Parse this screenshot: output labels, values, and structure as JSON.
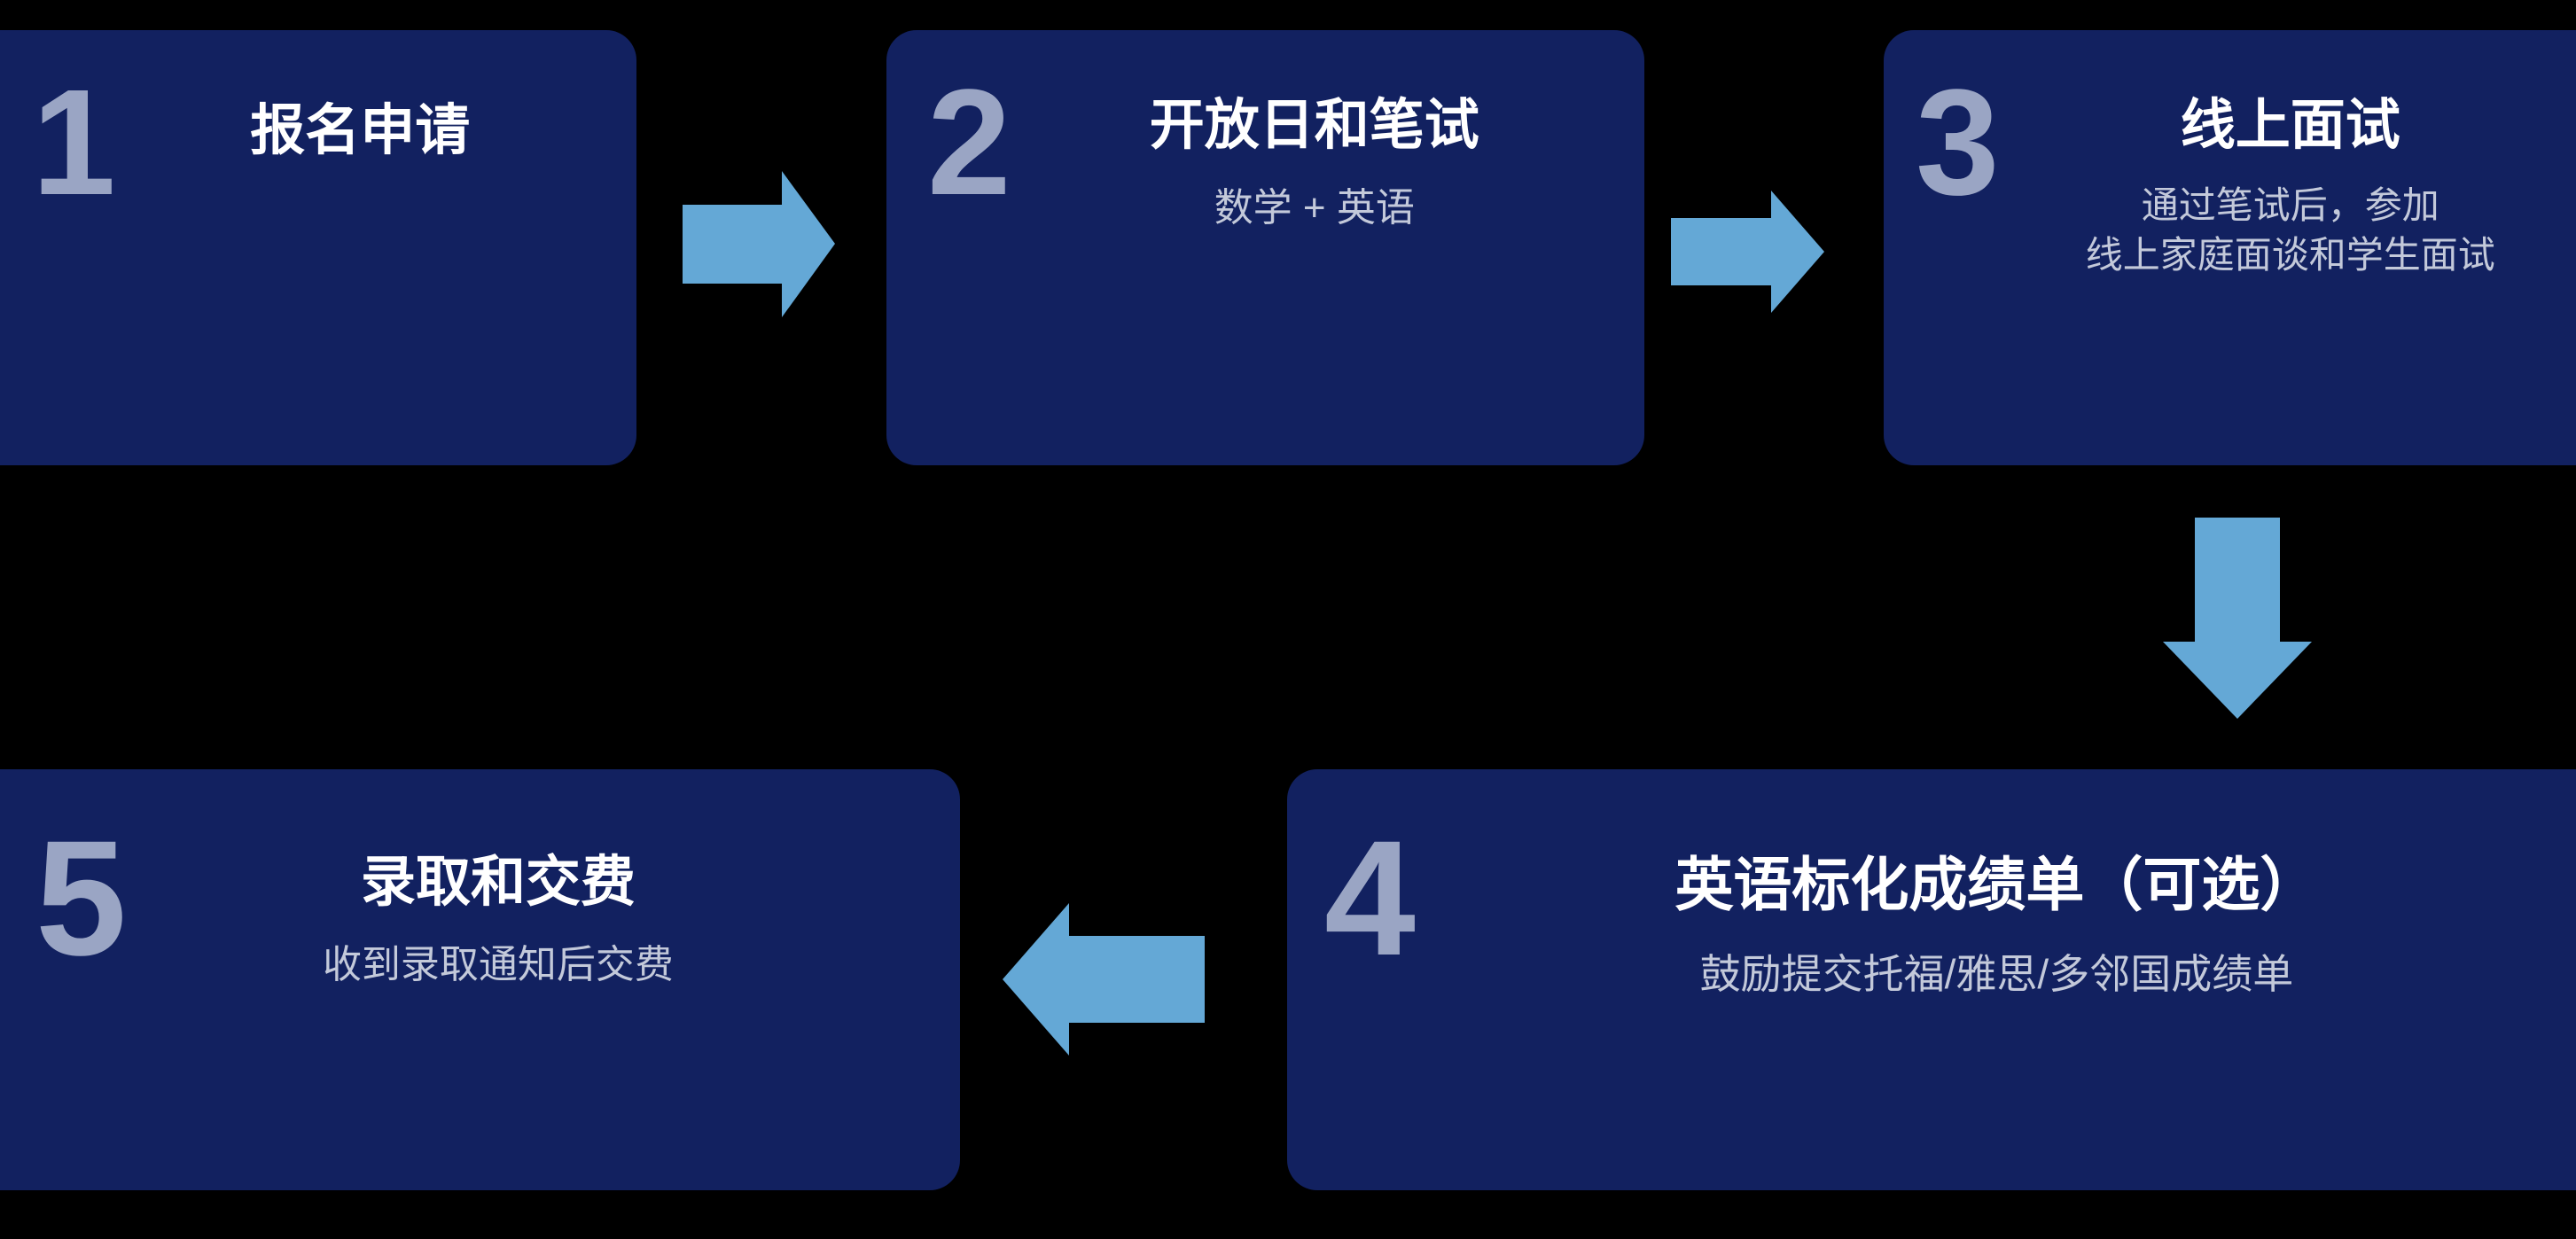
{
  "theme": {
    "background": "#000000",
    "card_fill": "#122160",
    "number_color": "#9aa5c4",
    "title_color": "#ffffff",
    "subtitle_color": "#c3c9da",
    "arrow_color": "#64a8d6"
  },
  "flow": {
    "steps": [
      {
        "number": "1",
        "title": "报名申请",
        "subtitle": "",
        "subtitle_line2": ""
      },
      {
        "number": "2",
        "title": "开放日和笔试",
        "subtitle": "数学 + 英语",
        "subtitle_line2": ""
      },
      {
        "number": "3",
        "title": "线上面试",
        "subtitle": "通过笔试后，参加",
        "subtitle_line2": "线上家庭面谈和学生面试"
      },
      {
        "number": "4",
        "title": "英语标化成绩单（可选）",
        "subtitle": "鼓励提交托福/雅思/多邻国成绩单",
        "subtitle_line2": ""
      },
      {
        "number": "5",
        "title": "录取和交费",
        "subtitle": "收到录取通知后交费",
        "subtitle_line2": ""
      }
    ],
    "connectors": [
      {
        "name": "arrow-step1-to-step2",
        "direction": "right"
      },
      {
        "name": "arrow-step2-to-step3",
        "direction": "right"
      },
      {
        "name": "arrow-step3-to-step4",
        "direction": "down"
      },
      {
        "name": "arrow-step4-to-step5",
        "direction": "left"
      }
    ]
  }
}
